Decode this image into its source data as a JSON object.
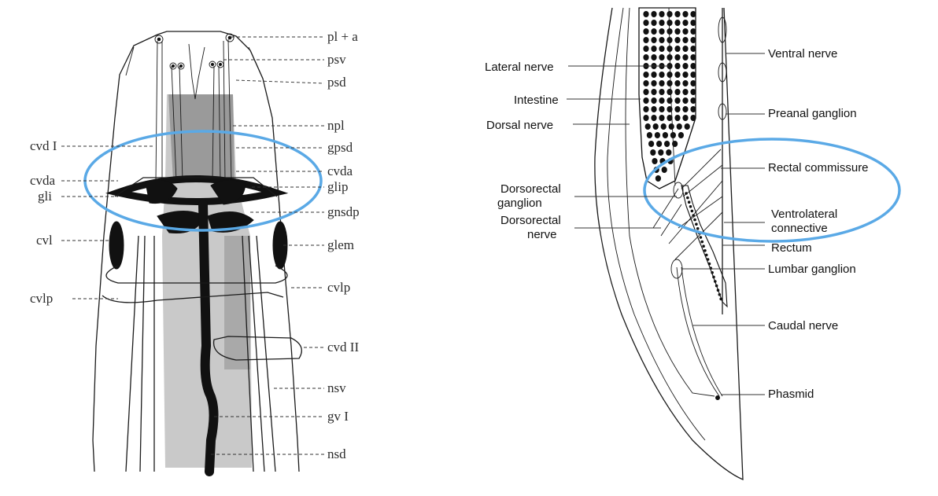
{
  "colors": {
    "highlight": "#5aa9e6",
    "ink": "#111111",
    "pharynx": "#9a9a9a",
    "intestine_shade": "#cfcfcf"
  },
  "left_panel": {
    "labels_right": [
      "pl + a",
      "psv",
      "psd",
      "npl",
      "gpsd",
      "cvda",
      "glip",
      "gnsdp",
      "glem",
      "cvlp",
      "cvd II",
      "nsv",
      "gv I",
      "nsd"
    ],
    "labels_left": [
      "cvd I",
      "cvda",
      "gli",
      "cvl",
      "cvlp"
    ]
  },
  "right_panel": {
    "labels_left": [
      "Lateral nerve",
      "Intestine",
      "Dorsal nerve",
      "Dorsorectal ganglion",
      "Dorsorectal nerve"
    ],
    "labels_right": [
      "Ventral nerve",
      "Preanal ganglion",
      "Rectal commissure",
      "Ventrolateral connective",
      "Rectum",
      "Lumbar ganglion",
      "Caudal nerve",
      "Phasmid"
    ]
  }
}
